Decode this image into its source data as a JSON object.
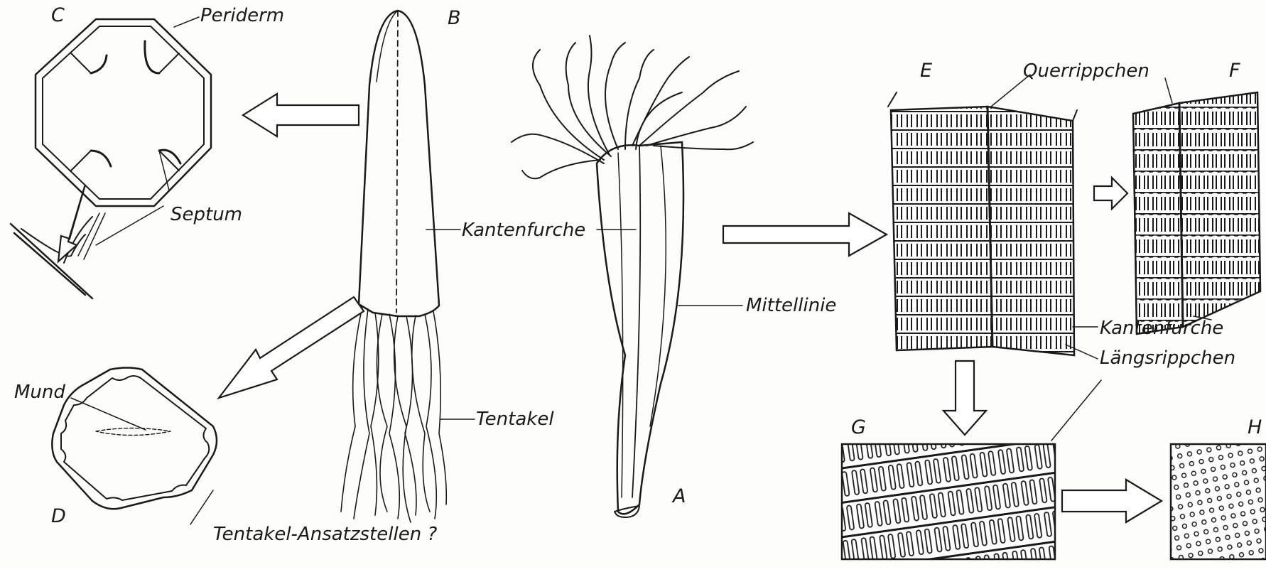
{
  "figure": {
    "letters": {
      "a": "A",
      "b": "B",
      "c": "C",
      "d": "D",
      "e": "E",
      "f": "F",
      "g": "G",
      "h": "H"
    },
    "labels": {
      "periderm": "Periderm",
      "septum": "Septum",
      "mund": "Mund",
      "tentakel_ansatzstellen": "Tentakel-Ansatzstellen ?",
      "kantenfurche_center": "Kantenfurche",
      "tentakel": "Tentakel",
      "mittellinie": "Mittellinie",
      "querrippchen": "Querrippchen",
      "kantenfurche_right": "Kantenfurche",
      "laengsrippchen": "Längsrippchen"
    }
  }
}
